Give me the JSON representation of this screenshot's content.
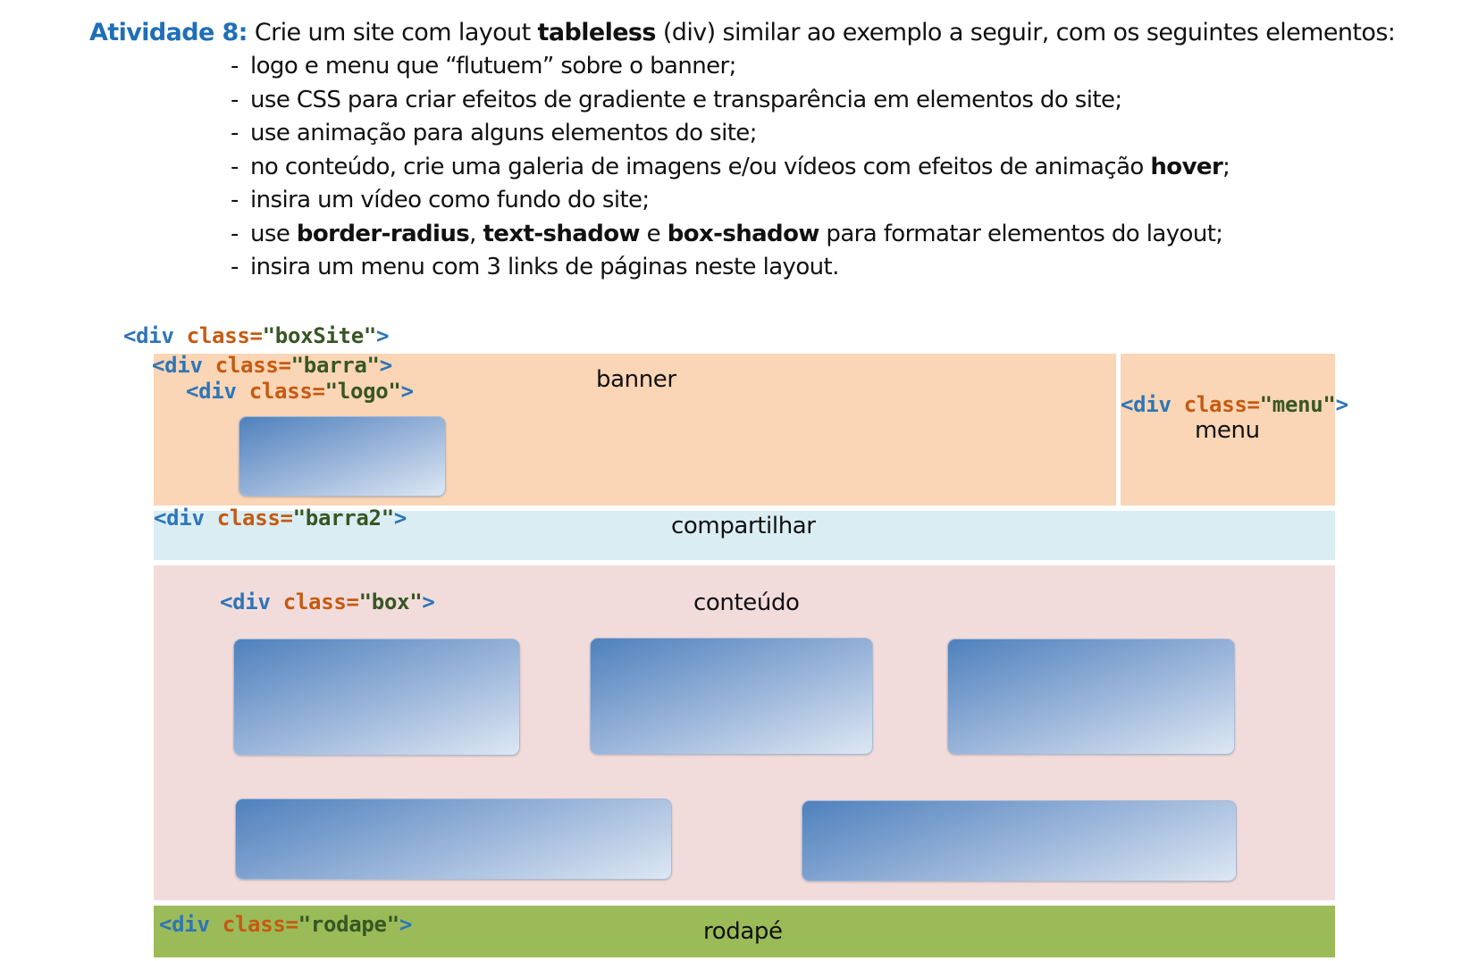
{
  "heading": {
    "label": "Atividade 8:",
    "text_before": " Crie um site com layout ",
    "bold": "tableless",
    "text_after": " (div) similar ao exemplo a seguir, com os seguintes elementos:"
  },
  "bullet_marker": "-",
  "bullets": {
    "b1": "logo e menu que “flutuem” sobre o banner;",
    "b2": "use CSS para criar efeitos de gradiente e transparência em elementos do site;",
    "b3": "use animação para alguns elementos do site;",
    "b4_before": "no conteúdo, crie uma galeria de imagens e/ou vídeos com efeitos de animação ",
    "b4_bold": "hover",
    "b4_after": ";",
    "b5": "insira um vídeo como fundo do site;",
    "b6_p1": "use ",
    "b6_bold1": "border-radius",
    "b6_p2": ", ",
    "b6_bold2": "text-shadow",
    "b6_p3": " e ",
    "b6_bold3": "box-shadow",
    "b6_p4": " para formatar elementos do layout;",
    "b7": "insira um menu com 3 links de páginas neste layout."
  },
  "code": {
    "open": "<div ",
    "attr": "class=",
    "close": ">",
    "boxsite": "\"boxSite\"",
    "barra": "\"barra\"",
    "logo": "\"logo\"",
    "menu": "\"menu\"",
    "barra2": "\"barra2\"",
    "box": "\"box\"",
    "rodape": "\"rodape\""
  },
  "captions": {
    "banner": "banner",
    "menu": "menu",
    "share": "compartilhar",
    "content": "conteúdo",
    "footer": "rodapé"
  },
  "colors": {
    "label_blue": "#1f6fb5",
    "tag_blue": "#2e75b6",
    "attr_orange": "#c55a11",
    "string_green": "#375623",
    "banner_fill": "#fad5b6",
    "share_fill": "#daedf3",
    "content_fill": "#f2dcdb",
    "footer_fill": "#9bbb59",
    "gradient_start": "#4f81bd",
    "gradient_end": "#dde7f3"
  }
}
